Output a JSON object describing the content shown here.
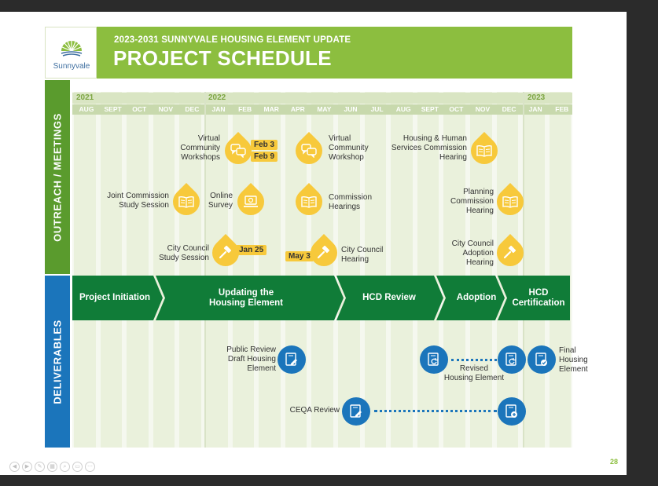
{
  "header": {
    "subtitle": "2023-2031 SUNNYVALE HOUSING ELEMENT UPDATE",
    "title": "PROJECT SCHEDULE",
    "logo_text": "Sunnyvale"
  },
  "sidebars": {
    "outreach": "OUTREACH / MEETINGS",
    "deliverables": "DELIVERABLES"
  },
  "timeline": {
    "years": [
      "2021",
      "2022",
      "2023"
    ],
    "months": [
      "AUG",
      "SEPT",
      "OCT",
      "NOV",
      "DEC",
      "JAN",
      "FEB",
      "MAR",
      "APR",
      "MAY",
      "JUN",
      "JUL",
      "AUG",
      "SEPT",
      "OCT",
      "NOV",
      "DEC",
      "JAN",
      "FEB"
    ]
  },
  "meetings": {
    "virtual_workshops": {
      "label": "Virtual\nCommunity\nWorkshops",
      "date1": "Feb 3",
      "date2": "Feb 9",
      "icon": "speech-bubbles-icon"
    },
    "virtual_workshop": {
      "label": "Virtual\nCommunity\nWorkshop",
      "icon": "speech-bubbles-icon"
    },
    "housing_commission": {
      "label": "Housing & Human\nServices Commission\nHearing",
      "icon": "book-icon"
    },
    "joint_commission": {
      "label": "Joint Commission\nStudy Session",
      "icon": "book-icon"
    },
    "online_survey": {
      "label": "Online\nSurvey",
      "icon": "laptop-icon"
    },
    "commission_hearings": {
      "label": "Commission\nHearings",
      "icon": "book-icon"
    },
    "planning_commission": {
      "label": "Planning\nCommission\nHearing",
      "icon": "book-icon"
    },
    "council_study": {
      "label": "City Council\nStudy Session",
      "date": "Jan 25",
      "icon": "gavel-icon"
    },
    "council_hearing": {
      "label": "City Council\nHearing",
      "date": "May 3",
      "icon": "gavel-icon"
    },
    "council_adoption": {
      "label": "City Council\nAdoption\nHearing",
      "icon": "gavel-icon"
    }
  },
  "phases": [
    {
      "label": "Project Initiation"
    },
    {
      "label": "Updating the\nHousing Element"
    },
    {
      "label": "HCD Review"
    },
    {
      "label": "Adoption"
    },
    {
      "label": "HCD\nCertification"
    }
  ],
  "deliverables": {
    "public_review": {
      "label": "Public Review\nDraft Housing\nElement",
      "icon": "document-edit-icon"
    },
    "revised": {
      "label": "Revised\nHousing Element",
      "icon": "document-refresh-icon"
    },
    "final": {
      "label": "Final\nHousing\nElement",
      "icon": "document-check-icon"
    },
    "ceqa": {
      "label": "CEQA Review",
      "icon": "document-edit-icon"
    },
    "ceqa_end_icon": "document-add-icon"
  },
  "footer": {
    "page_number": "28"
  },
  "colors": {
    "header_green": "#8cbe3f",
    "outreach_green": "#5a9b2d",
    "phase_green": "#107c38",
    "deliverable_blue": "#1b75bb",
    "meeting_yellow": "#f7c93b"
  }
}
